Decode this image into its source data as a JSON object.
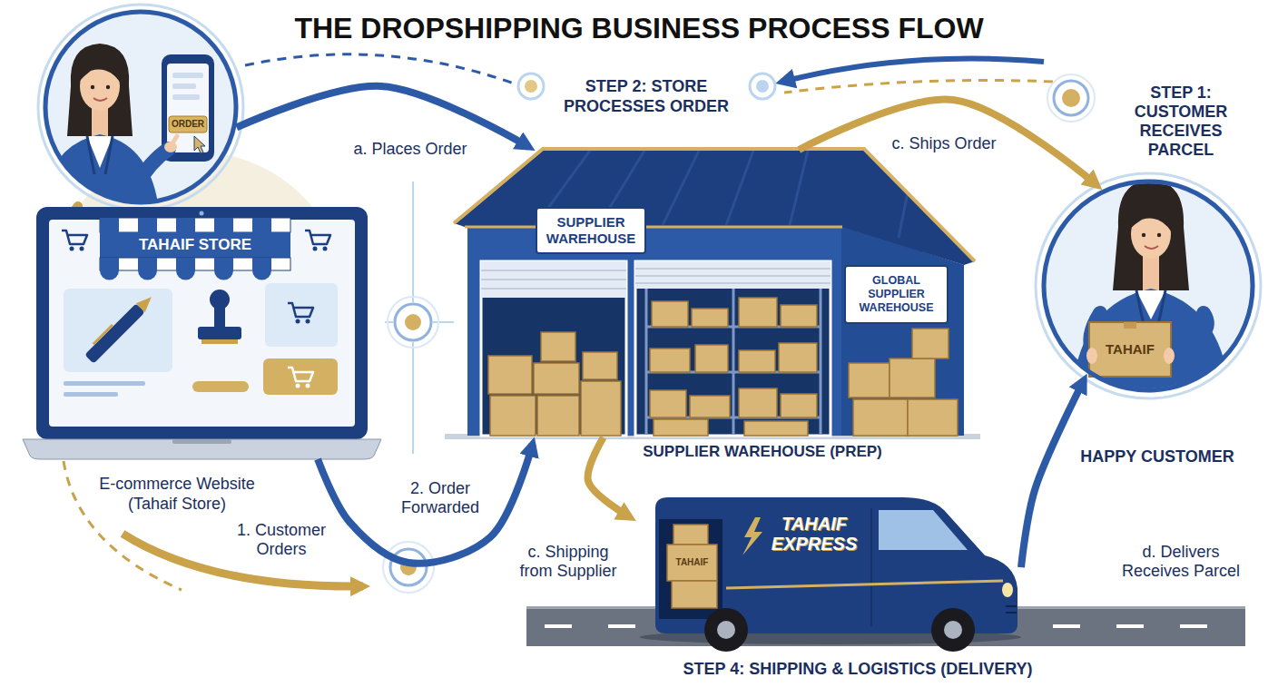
{
  "diagram": {
    "title": "THE DROPSHIPPING BUSINESS PROCESS FLOW",
    "nodes": [
      {
        "text": [
          "ORDER"
        ]
      },
      {
        "text": [
          "TAHAIF STORE",
          "E-commerce Website (Tahaif Store)"
        ]
      },
      {
        "text": [
          "SUPPLIER WAREHOUSE (PREP)"
        ]
      },
      {
        "text": [
          "SUPPLIER WAREHOUSE"
        ],
        "in": 2
      },
      {
        "text": [
          "GLOBAL SUPPLIER WAREHOUSE"
        ],
        "in": 2
      },
      {
        "text": [
          "TAHAIF",
          "HAPPY CUSTOMER"
        ]
      },
      {
        "text": [
          "TAHAIF EXPRESS",
          "TAHAIF"
        ]
      }
    ],
    "edges": [
      {
        "from": 0,
        "to": 2,
        "label": "a. Places Order",
        "arrow": "to"
      },
      {
        "from": 1,
        "to": 2,
        "label": "2. Order Forwarded",
        "arrow": "to"
      },
      {
        "from": 2,
        "to": 5,
        "label": "c. Ships Order",
        "arrow": "to"
      },
      {
        "from": 2,
        "to": 6,
        "label": "c. Shipping from Supplier",
        "arrow": "to"
      },
      {
        "from": 6,
        "to": 5,
        "label": "d. Delivers Receives Parcel",
        "arrow": "to"
      }
    ],
    "labels": [
      "STEP 2: STORE PROCESSES ORDER",
      "STEP 1: CUSTOMER RECEIVES PARCEL",
      "1. Customer Orders",
      "STEP 4: SHIPPING & LOGISTICS (DELIVERY)"
    ]
  }
}
